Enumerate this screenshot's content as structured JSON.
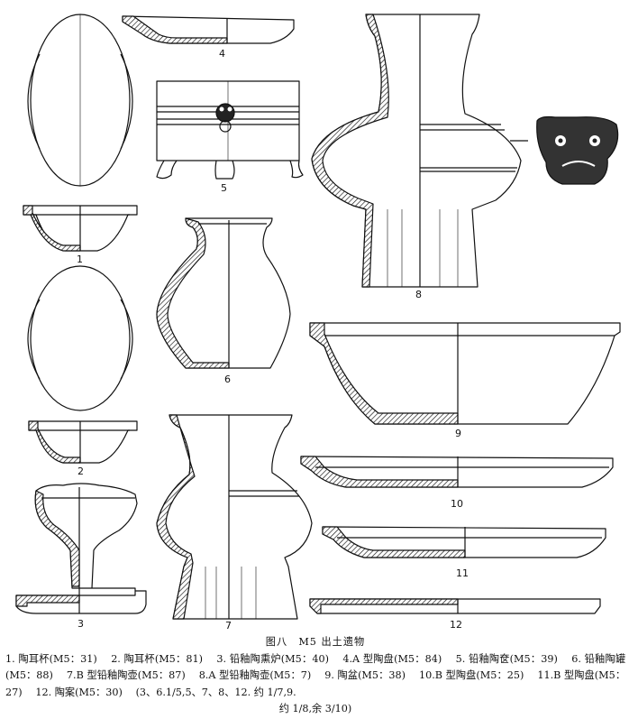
{
  "figure": {
    "title": "图八　M5 出土遗物",
    "legend": [
      {
        "no": "1",
        "text": "1. 陶耳杯(M5：31)"
      },
      {
        "no": "2",
        "text": "2. 陶耳杯(M5：81)"
      },
      {
        "no": "3",
        "text": "3. 铅釉陶熏炉(M5：40)"
      },
      {
        "no": "4",
        "text": "4.A 型陶盘(M5：84)"
      },
      {
        "no": "5",
        "text": "5. 铅釉陶奁(M5：39)"
      },
      {
        "no": "6",
        "text": "6. 铅釉陶罐(M5：88)"
      },
      {
        "no": "7",
        "text": "7.B 型铅釉陶壶(M5：87)"
      },
      {
        "no": "8",
        "text": "8.A 型铅釉陶壶(M5：7)"
      },
      {
        "no": "9",
        "text": "9. 陶盆(M5：38)"
      },
      {
        "no": "10",
        "text": "10.B 型陶盘(M5：25)"
      },
      {
        "no": "11",
        "text": "11.B 型陶盘(M5：27)"
      },
      {
        "no": "12",
        "text": "12. 陶案(M5：30)"
      }
    ],
    "scale_note_a": "(3、6.1/5,5、7、8、12. 约 1/7,9.",
    "scale_note_b": "约 1/8,余 3/10)"
  },
  "labels": {
    "n1": "1",
    "n2": "2",
    "n3": "3",
    "n4": "4",
    "n5": "5",
    "n6": "6",
    "n7": "7",
    "n8": "8",
    "n9": "9",
    "n10": "10",
    "n11": "11",
    "n12": "12"
  },
  "colors": {
    "ink": "#111111",
    "paper": "#ffffff"
  }
}
